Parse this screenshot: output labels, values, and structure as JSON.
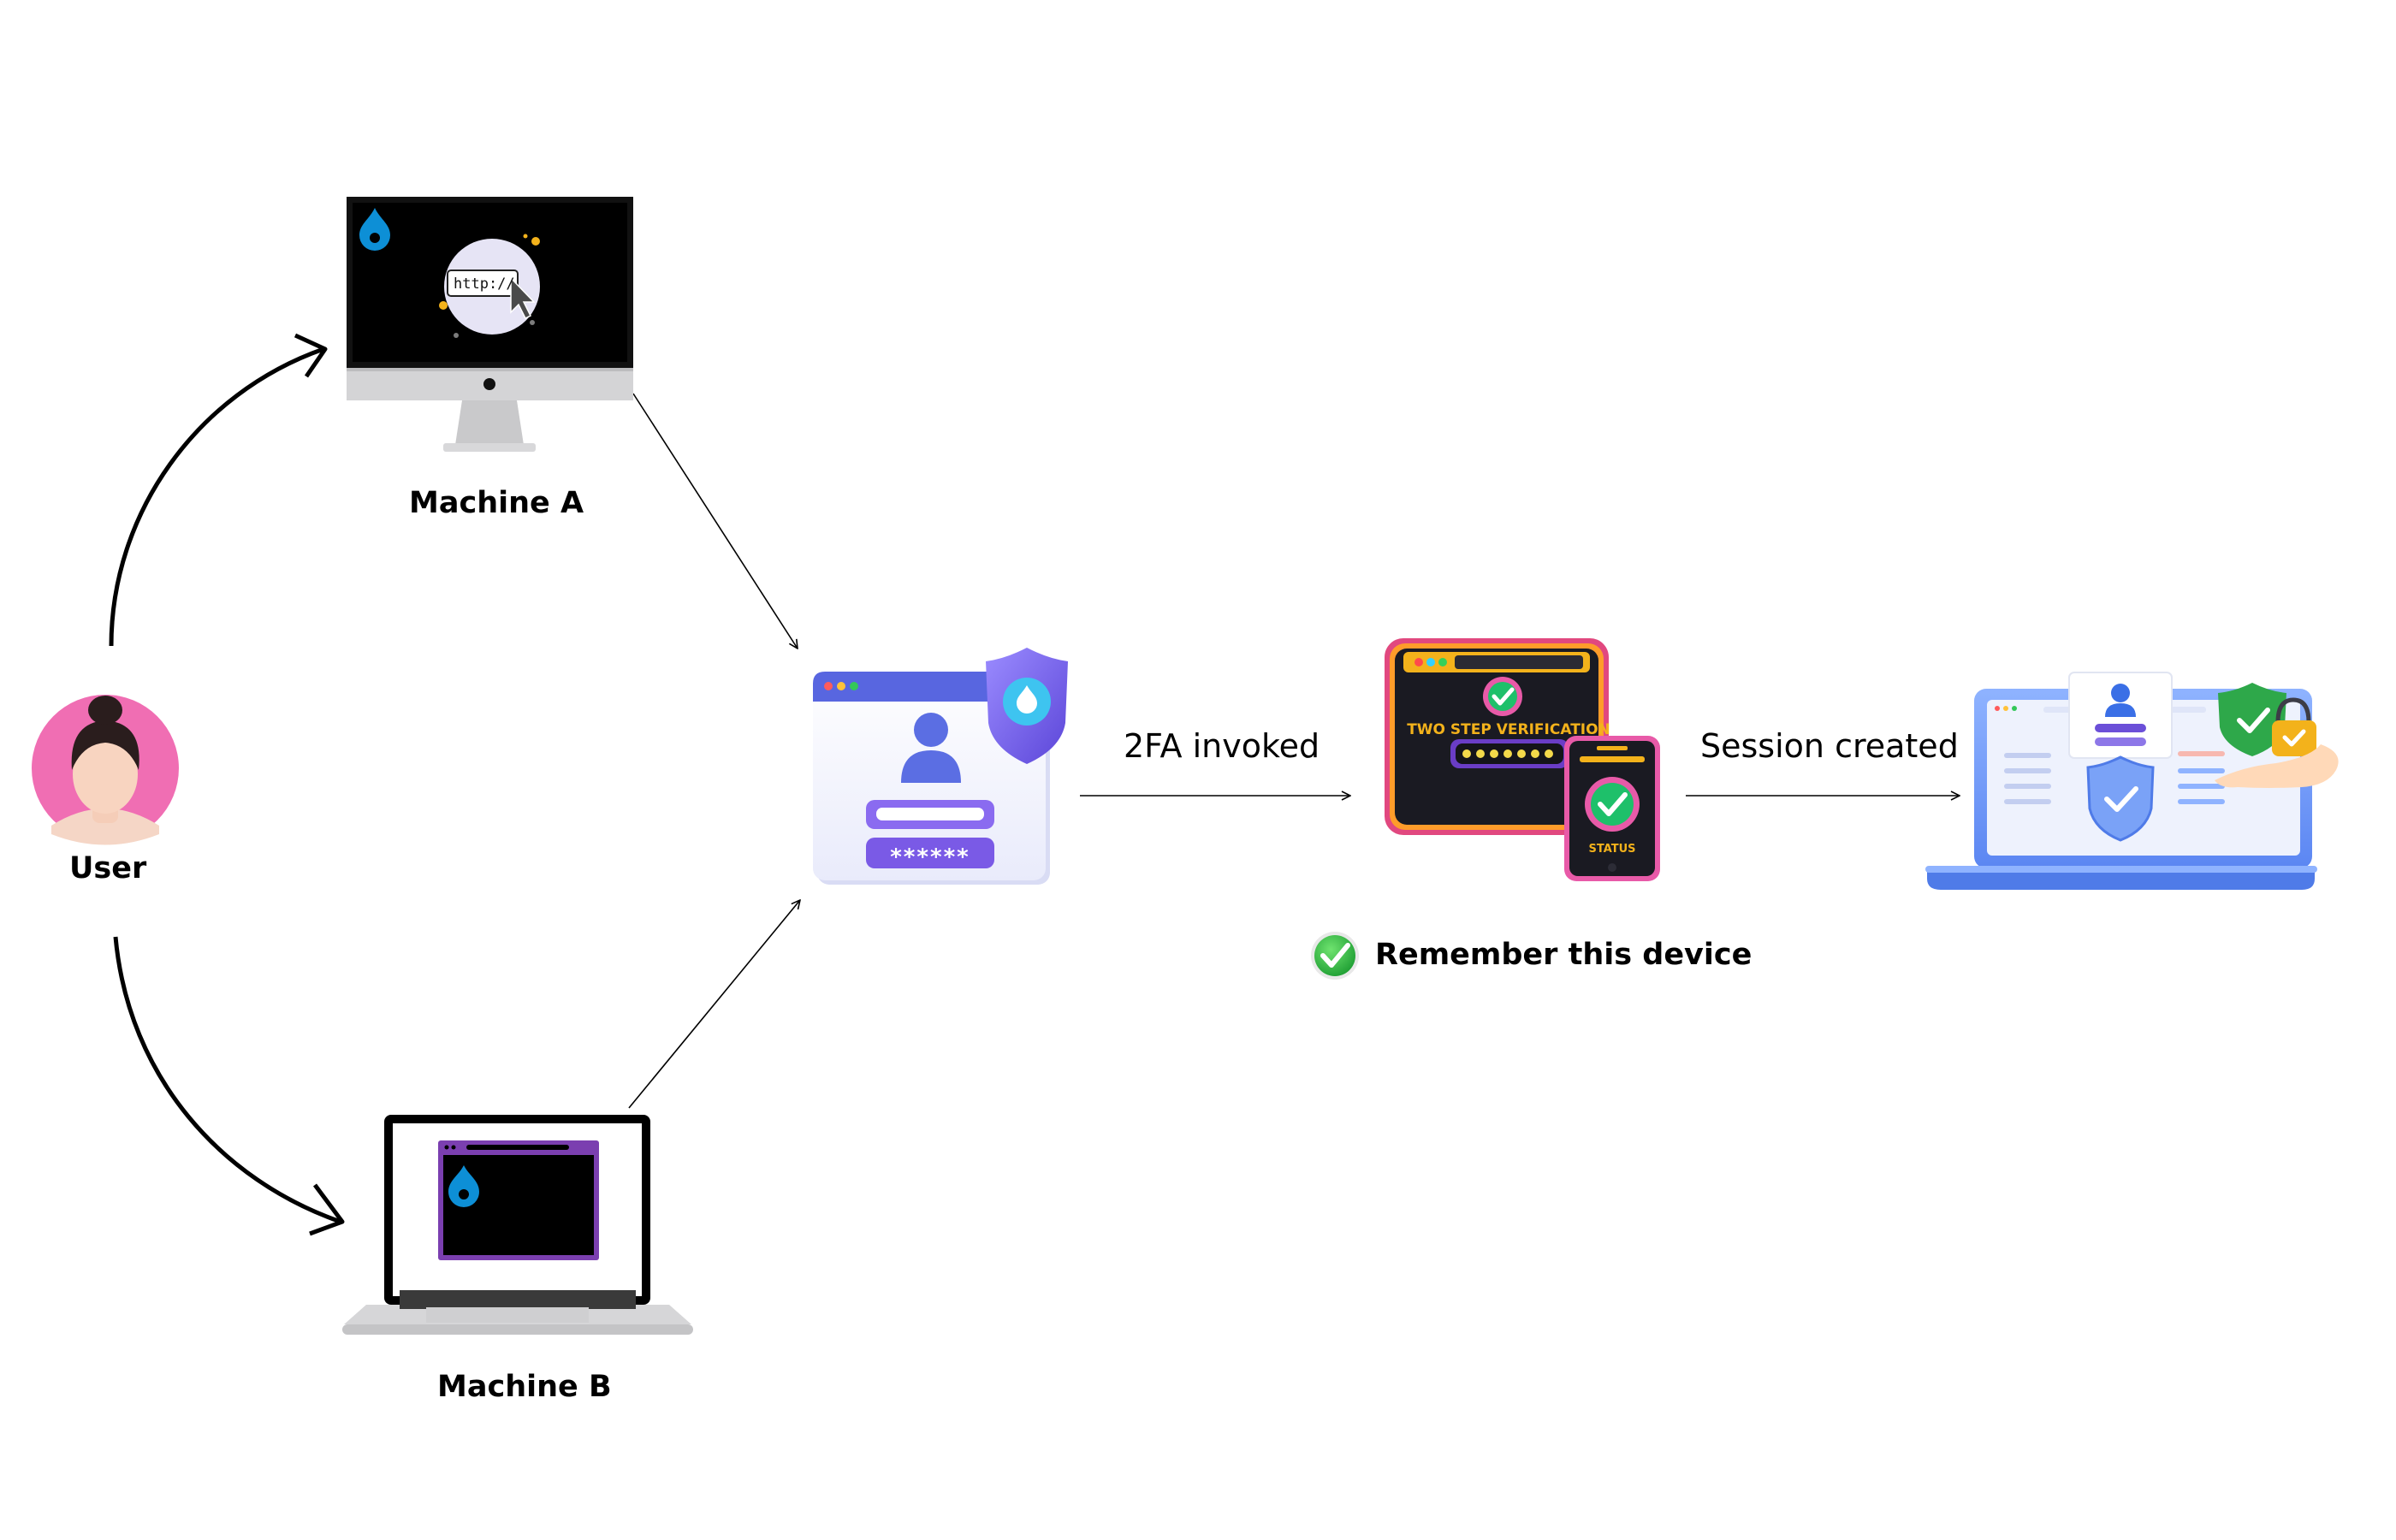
{
  "nodes": {
    "user": {
      "label": "User"
    },
    "machine_a": {
      "label": "Machine A",
      "screen_text": "http://"
    },
    "machine_b": {
      "label": "Machine B"
    },
    "login": {
      "password_mask": "******"
    },
    "two_step": {
      "title": "TWO STEP VERIFICATION",
      "status": "STATUS"
    },
    "session": {}
  },
  "edges": {
    "to_two_step": {
      "label": "2FA invoked"
    },
    "to_session": {
      "label": "Session created"
    }
  },
  "note": {
    "label": "Remember this device"
  },
  "colors": {
    "drupal_blue": "#0d8fd6",
    "user_pink": "#f06eb3",
    "purple": "#7c5cf0",
    "check_green": "#27b43e",
    "gold": "#f3b21b"
  }
}
